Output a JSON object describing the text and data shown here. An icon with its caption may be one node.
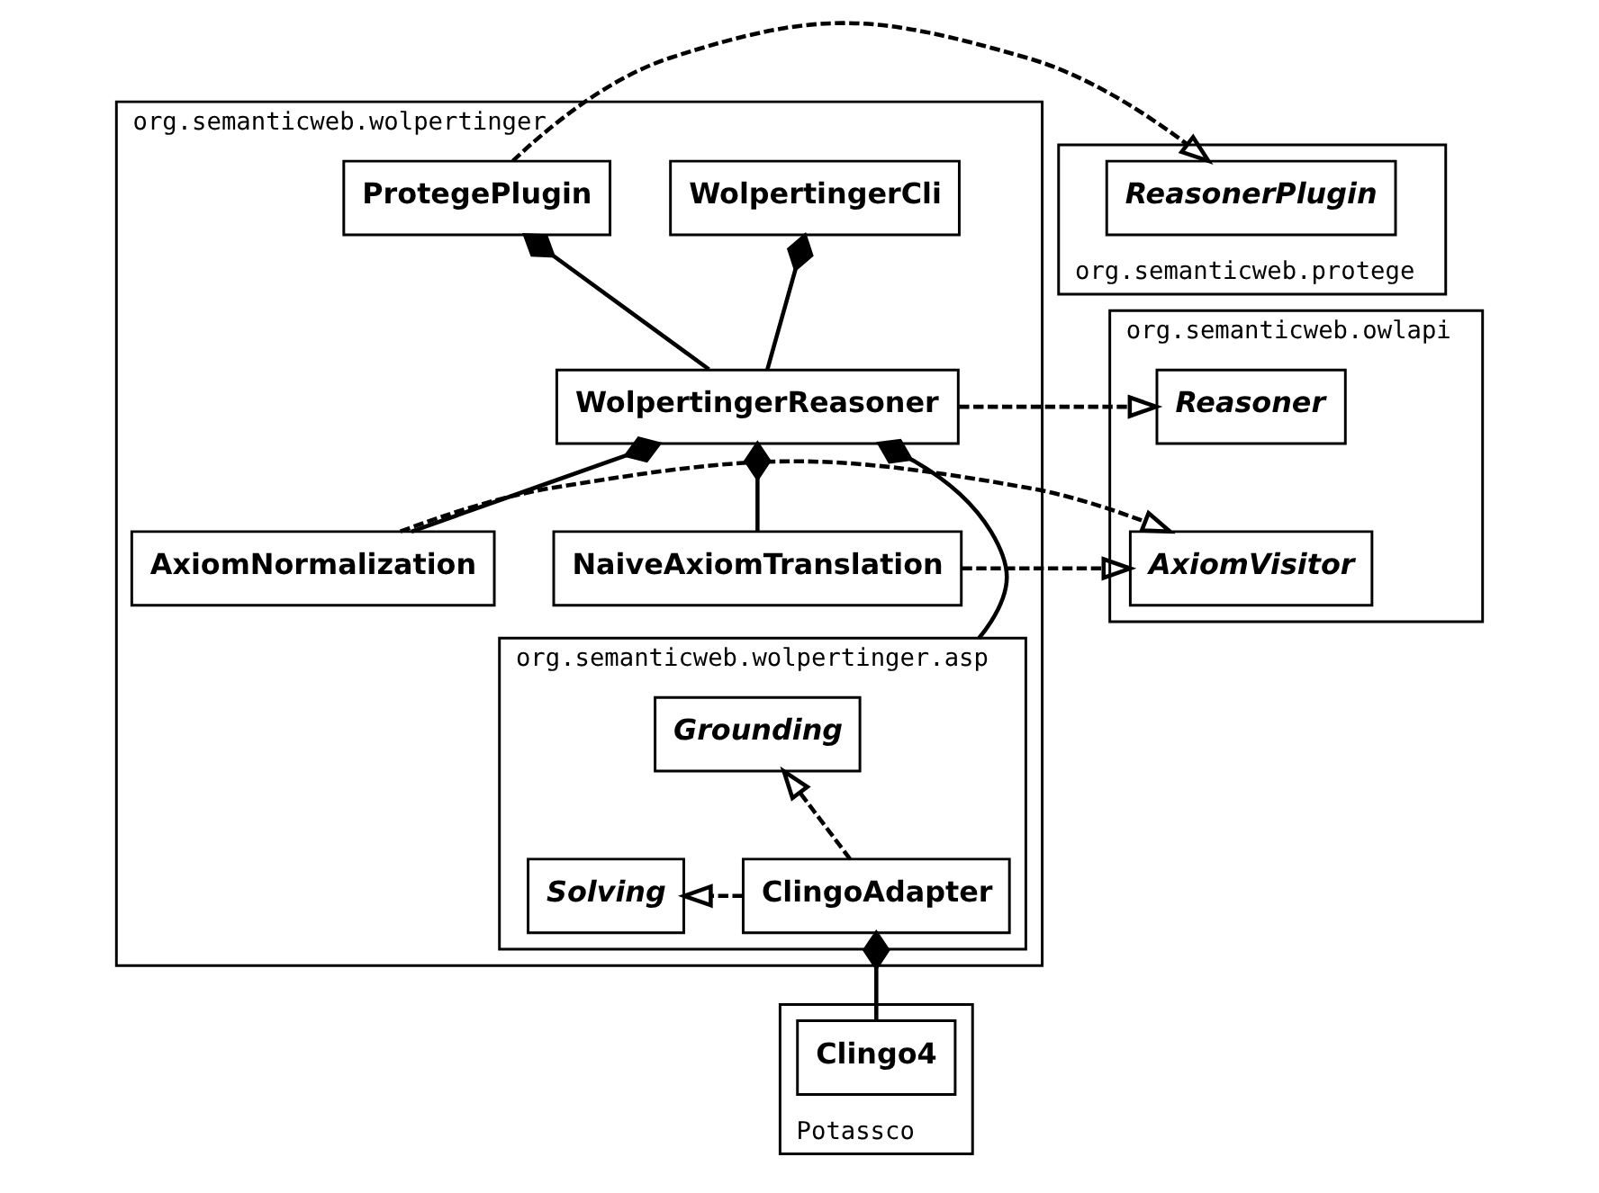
{
  "diagram": {
    "nodes": [
      {
        "text": [
          "org.semanticweb.wolpertinger"
        ]
      },
      {
        "text": [
          "WolpertingerCli"
        ],
        "in": 0
      },
      {
        "text": [
          "ProtegePlugin"
        ],
        "in": 0
      },
      {
        "text": [
          "WolpertingerReasoner"
        ],
        "in": 0
      },
      {
        "text": [
          "AxiomNormalization"
        ],
        "in": 0
      },
      {
        "text": [
          "NaiveAxiomTranslation"
        ],
        "in": 0
      },
      {
        "text": [
          "org.semanticweb.wolpertinger.asp"
        ],
        "in": 0
      },
      {
        "text": [
          "Grounding"
        ],
        "in": 6
      },
      {
        "text": [
          "Solving"
        ],
        "in": 6
      },
      {
        "text": [
          "ClingoAdapter"
        ],
        "in": 6
      },
      {
        "text": [
          "org.semanticweb.protege"
        ]
      },
      {
        "text": [
          "ReasonerPlugin"
        ],
        "in": 10
      },
      {
        "text": [
          "org.semanticweb.owlapi"
        ]
      },
      {
        "text": [
          "Reasoner"
        ],
        "in": 12
      },
      {
        "text": [
          "AxiomVisitor"
        ],
        "in": 12
      },
      {
        "text": [
          "Potassco"
        ]
      },
      {
        "text": [
          "Clingo4"
        ],
        "in": 15
      }
    ],
    "edges": [
      {
        "from": 1,
        "to": 3,
        "arrow": "other"
      },
      {
        "from": 2,
        "to": 3,
        "arrow": "other"
      },
      {
        "from": 3,
        "to": 4,
        "arrow": "other"
      },
      {
        "from": 3,
        "to": 5,
        "arrow": "other"
      },
      {
        "from": 3,
        "to": 6,
        "arrow": "other"
      },
      {
        "from": 2,
        "to": 11,
        "arrow": "to",
        "style": "dashed"
      },
      {
        "from": 3,
        "to": 13,
        "arrow": "to",
        "style": "dashed"
      },
      {
        "from": 4,
        "to": 14,
        "arrow": "to",
        "style": "dashed"
      },
      {
        "from": 5,
        "to": 14,
        "arrow": "to",
        "style": "dashed"
      },
      {
        "from": 9,
        "to": 7,
        "arrow": "to",
        "style": "dashed"
      },
      {
        "from": 9,
        "to": 8,
        "arrow": "to",
        "style": "dashed"
      },
      {
        "from": 9,
        "to": 16,
        "arrow": "other"
      }
    ]
  }
}
